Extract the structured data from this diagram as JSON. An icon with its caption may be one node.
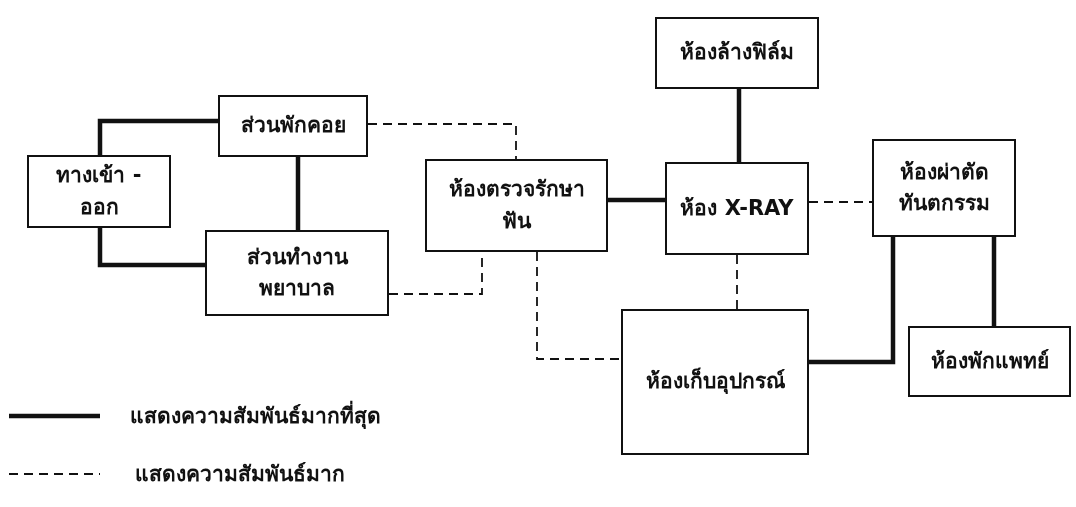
{
  "diagram": {
    "nodes": [
      {
        "text": [
          "ทางเข้า - ออก"
        ]
      },
      {
        "text": [
          "ส่วนพักคอย"
        ]
      },
      {
        "text": [
          "ส่วนทำงานพยาบาล"
        ]
      },
      {
        "text": [
          "ห้องตรวจรักษาฟัน"
        ]
      },
      {
        "text": [
          "ห้องล้างฟิล์ม"
        ]
      },
      {
        "text": [
          "ห้อง X-RAY"
        ]
      },
      {
        "text": [
          "ห้องผ่าตัดทันตกรรม"
        ]
      },
      {
        "text": [
          "ห้องเก็บอุปกรณ์"
        ]
      },
      {
        "text": [
          "ห้องพักแพทย์"
        ]
      }
    ],
    "edges": [
      {
        "from": 0,
        "to": 1,
        "arrow": "none"
      },
      {
        "from": 0,
        "to": 2,
        "arrow": "none"
      },
      {
        "from": 1,
        "to": 2,
        "arrow": "none"
      },
      {
        "from": 1,
        "to": 3,
        "arrow": "none",
        "style": "dashed"
      },
      {
        "from": 2,
        "to": 3,
        "arrow": "none",
        "style": "dashed"
      },
      {
        "from": 3,
        "to": 7,
        "arrow": "none",
        "style": "dashed"
      },
      {
        "from": 3,
        "to": 5,
        "arrow": "none"
      },
      {
        "from": 4,
        "to": 5,
        "arrow": "none"
      },
      {
        "from": 5,
        "to": 6,
        "arrow": "none",
        "style": "dashed"
      },
      {
        "from": 5,
        "to": 7,
        "arrow": "none",
        "style": "dashed"
      },
      {
        "from": 6,
        "to": 7,
        "arrow": "none"
      },
      {
        "from": 6,
        "to": 8,
        "arrow": "none"
      }
    ],
    "legend": [
      {
        "text": "แสดงความสัมพันธ์มากที่สุด"
      },
      {
        "text": "แสดงความสัมพันธ์มาก"
      }
    ]
  }
}
